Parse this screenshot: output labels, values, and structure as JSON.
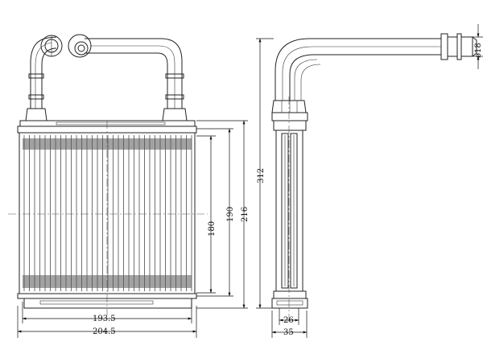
{
  "dimensions": {
    "width_outer": "204.5",
    "width_inner": "193.5",
    "height_core": "180",
    "height_mid": "190",
    "height_total": "216",
    "height_overall": "312",
    "pipe_diameter": "ø18",
    "depth_core": "26",
    "depth_total": "35"
  },
  "colors": {
    "line": "#222222",
    "background": "#ffffff"
  },
  "icons": [
    "tube-fins",
    "inlet-port",
    "outlet-port",
    "pipe-bend"
  ]
}
